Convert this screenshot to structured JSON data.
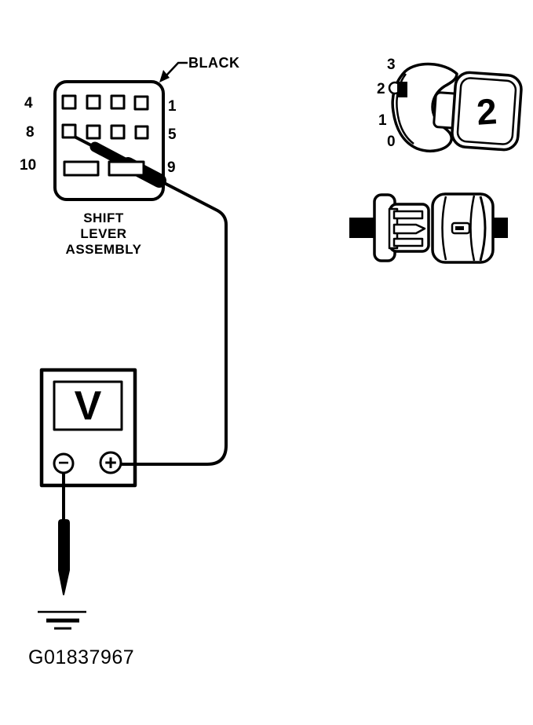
{
  "figure": {
    "id": "G01837967"
  },
  "connector": {
    "wire_color_label": "BLACK",
    "name_lines": [
      "SHIFT",
      "LEVER",
      "ASSEMBLY"
    ],
    "pin_labels_left": [
      "4",
      "8",
      "10"
    ],
    "pin_labels_right": [
      "1",
      "5",
      "9"
    ]
  },
  "meter": {
    "display": "V",
    "negative_terminal": "−",
    "positive_terminal": "+"
  },
  "selector": {
    "positions": [
      "3",
      "2",
      "1",
      "0"
    ],
    "indicated_position": "2"
  },
  "colors": {
    "ink": "#000000",
    "background": "#ffffff"
  }
}
